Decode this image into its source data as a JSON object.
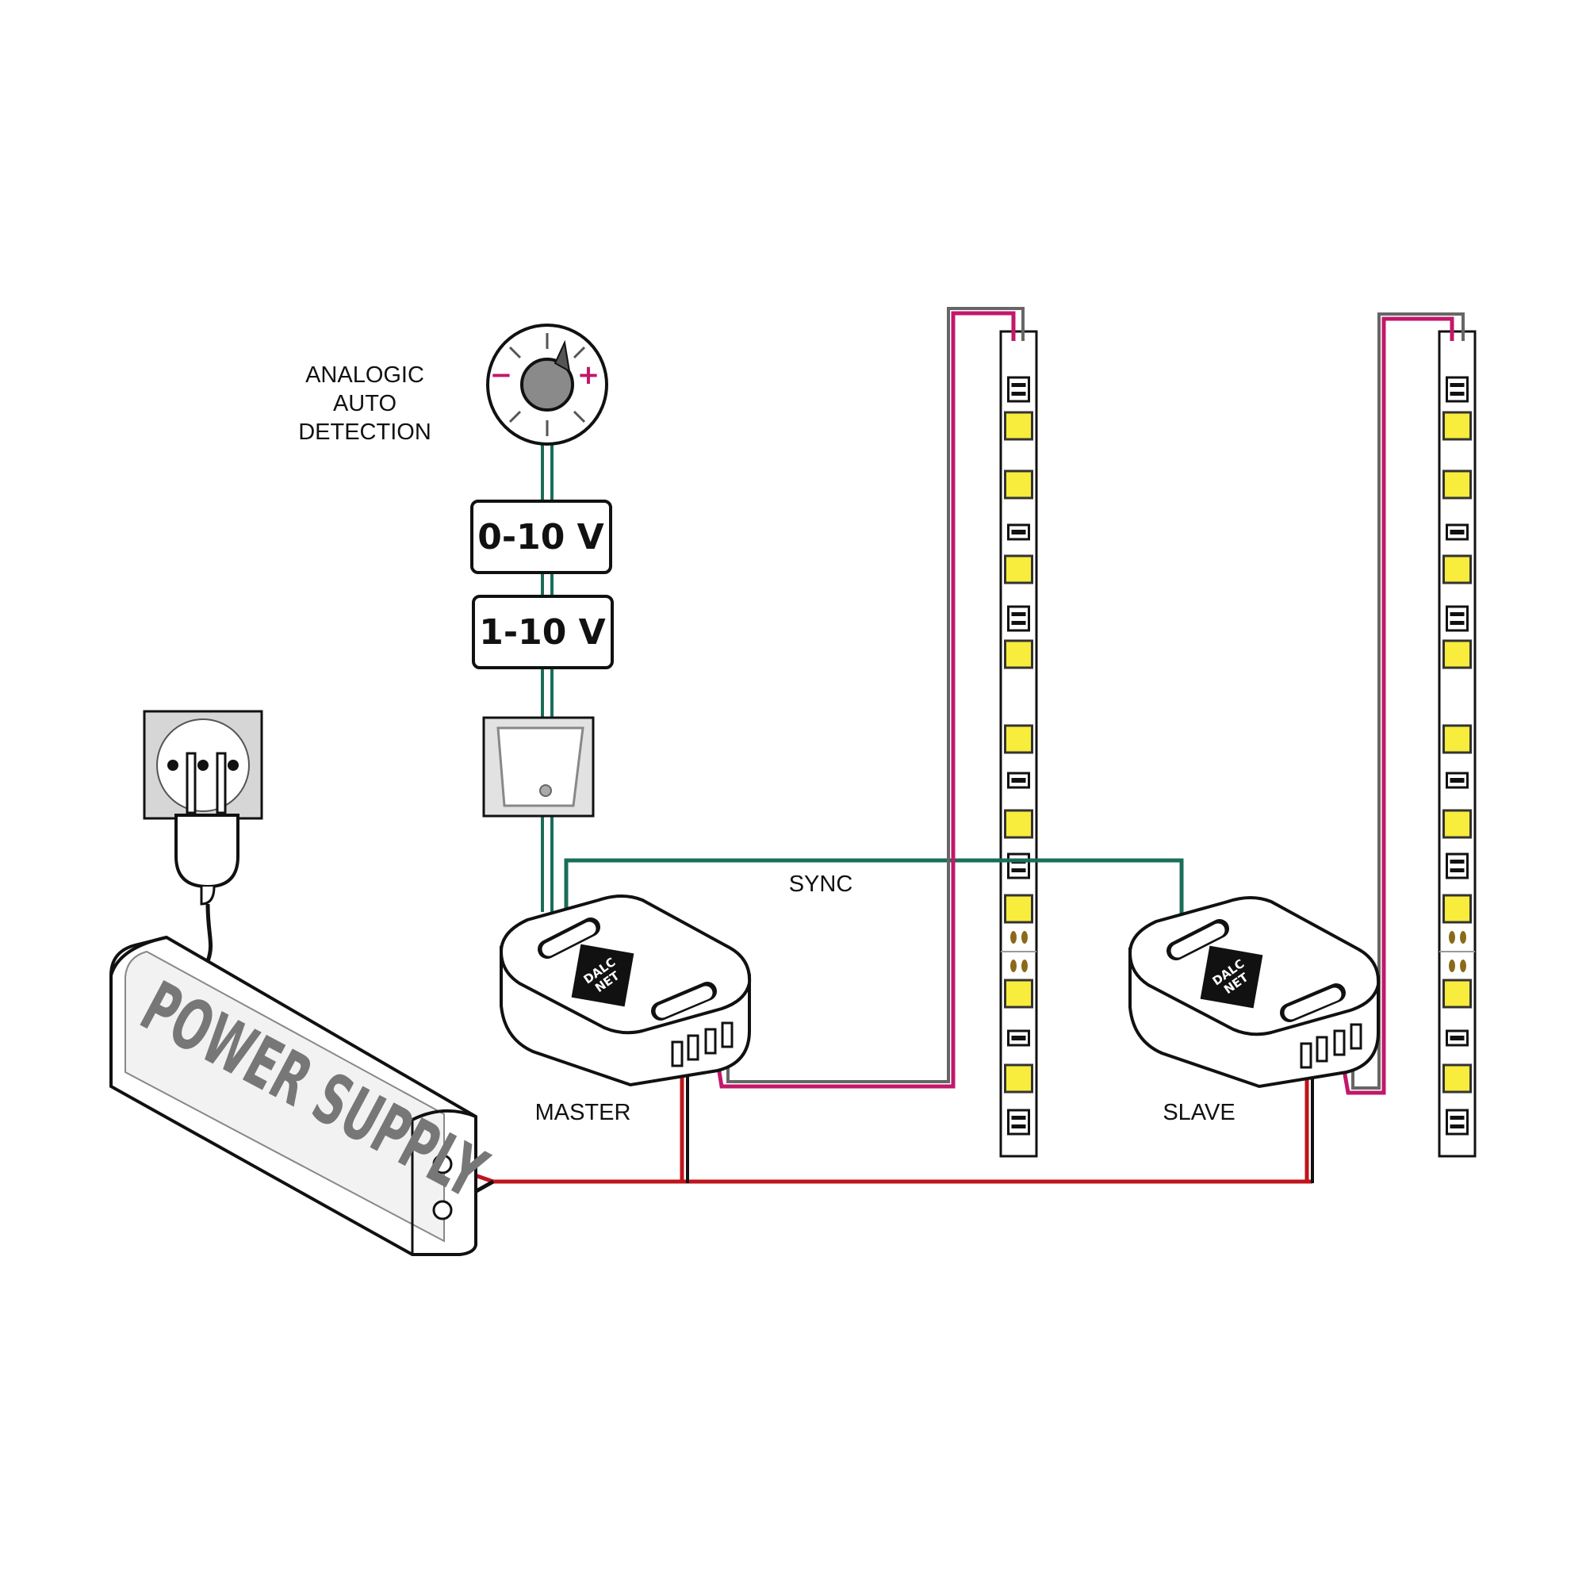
{
  "labels": {
    "analogic": [
      "ANALOGIC",
      "AUTO",
      "DETECTION"
    ],
    "voltage_0_10": "0-10 V",
    "voltage_1_10": "1-10 V",
    "sync": "SYNC",
    "master": "MASTER",
    "slave": "SLAVE",
    "power_supply": "POWER SUPPLY",
    "logo": [
      "DALC",
      "NET"
    ],
    "knob_minus": "−",
    "knob_plus": "+"
  },
  "colors": {
    "sync_wire": "#1a6e57",
    "led_wire": "#c2186a",
    "power_positive": "#c0141c",
    "power_negative": "#111111",
    "led_chip": "#f8ec3c"
  },
  "icons": [
    "potentiometer-knob-icon",
    "wall-socket-icon",
    "plug-icon",
    "rocker-switch-icon"
  ]
}
